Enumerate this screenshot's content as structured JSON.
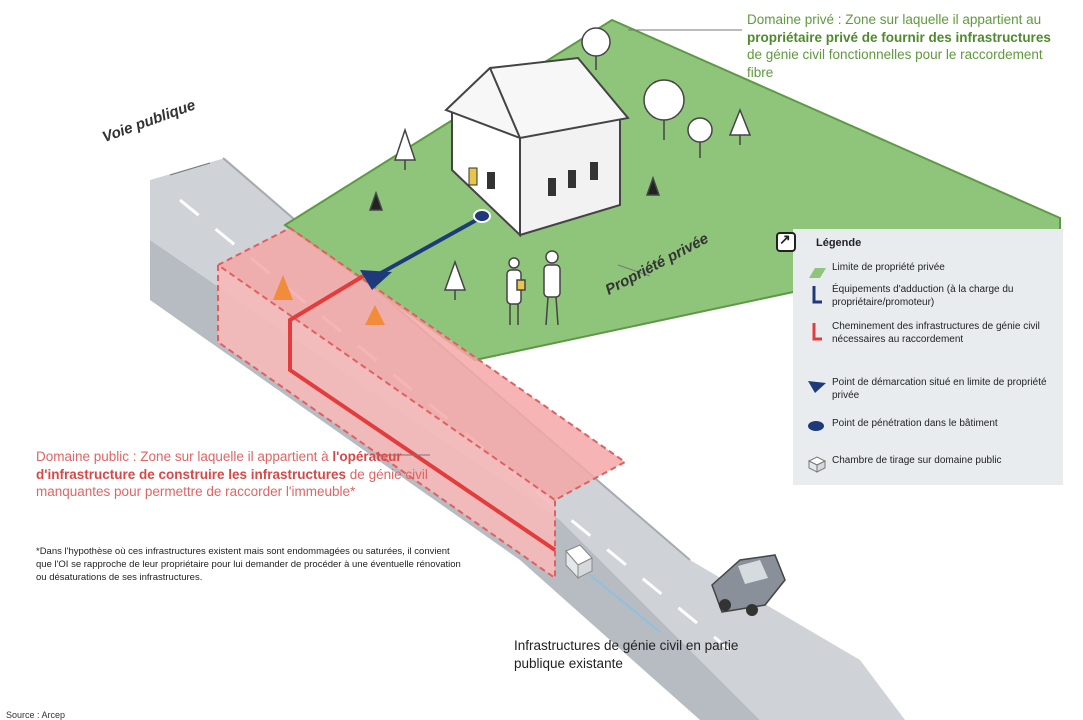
{
  "private_domain_note": {
    "prefix": "Domaine privé : Zone sur laquelle il appartient au ",
    "bold_1": "propriétaire privé de fournir des infrastructures",
    "suffix": " de génie civil fonctionnelles pour le raccordement fibre"
  },
  "public_domain_note": {
    "prefix": "Domaine public : Zone sur laquelle il appartient à ",
    "bold_1": "l'opérateur d'infrastructure de construire les infrastructures",
    "suffix": " de génie civil manquantes pour permettre de raccorder l'immeuble*"
  },
  "footnote": "*Dans l'hypothèse où ces infrastructures existent mais sont endommagées ou saturées, il convient que l'OI se rapproche de leur propriétaire pour lui demander de procéder à une éventuelle rénovation ou désaturations de ses infrastructures.",
  "labels": {
    "voie_publique": "Voie publique",
    "propriete_privee": "Propriété privée",
    "existing_infra": "Infrastructures de génie civil en partie publique existante",
    "source": "Source : Arcep"
  },
  "legend": {
    "title": "Légende",
    "items": [
      {
        "symbol": "green-parcel",
        "text": "Limite de propriété privée"
      },
      {
        "symbol": "blue-duct",
        "text": "Équipements d'adduction (à la charge du propriétaire/promoteur)"
      },
      {
        "symbol": "red-duct",
        "text": "Cheminement des infrastructures de génie civil nécessaires au raccordement"
      },
      {
        "symbol": "demarcation-triangle",
        "text": "Point de démarcation situé en limite de propriété privée"
      },
      {
        "symbol": "penetration-ellipse",
        "text": "Point de pénétration dans le bâtiment"
      },
      {
        "symbol": "chamber-box",
        "text": "Chambre de tirage sur domaine public"
      }
    ]
  },
  "colors": {
    "private_green": "#8fc57a",
    "public_red": "#f4a7a7",
    "duct_red": "#e23c3c",
    "duct_blue": "#1f3a7a",
    "road_grey": "#cfd3d7"
  }
}
